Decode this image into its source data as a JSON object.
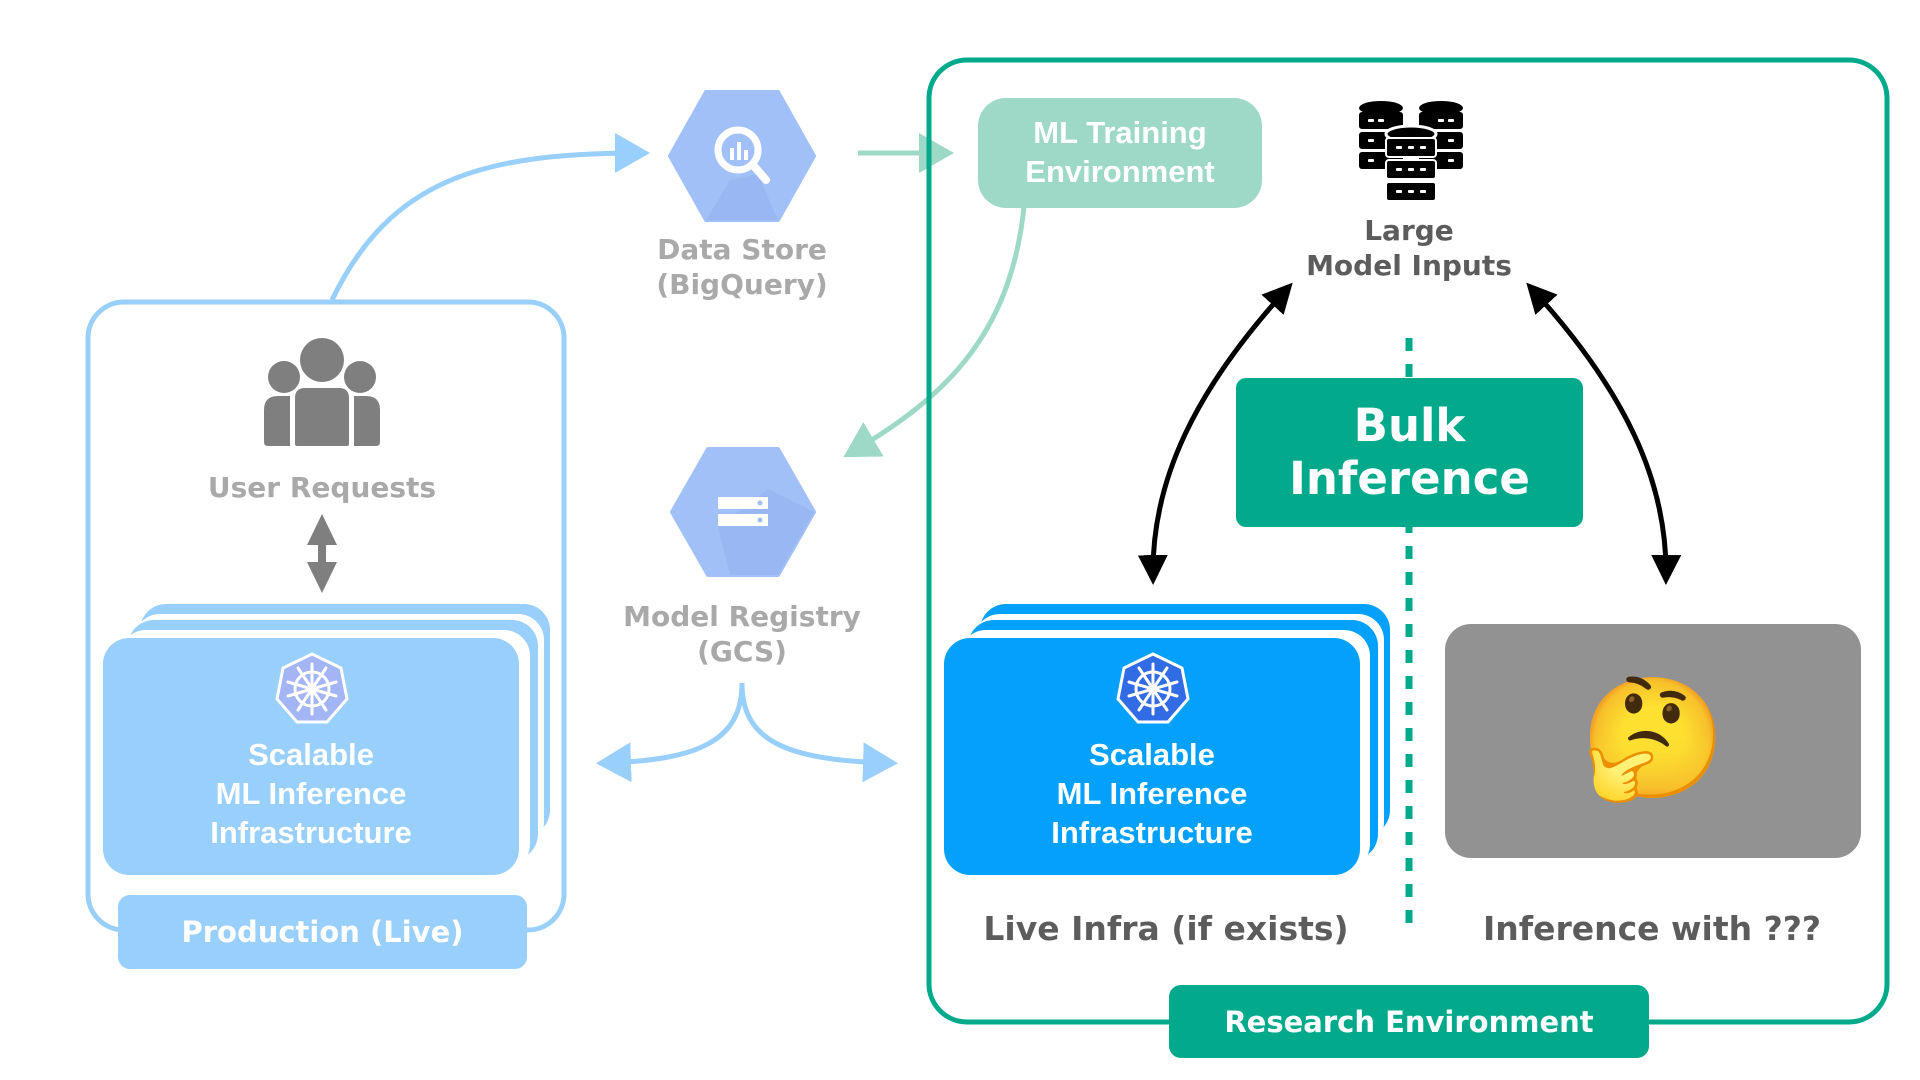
{
  "colors": {
    "production_blue": "#99cffb",
    "research_green": "#02a98a",
    "training_green": "#9dd9c6",
    "live_blue": "#03a1fb",
    "hex_blue": "#a2c0f8",
    "question_gray": "#929292",
    "label_gray": "#a9a9a9",
    "label_dark": "#5c5c5c"
  },
  "production": {
    "label": "Production (Live)",
    "users_icon": "users-group-icon",
    "users_label": "User Requests",
    "infra": {
      "icon": "kubernetes-icon",
      "lines": [
        "Scalable",
        "ML Inference",
        "Infrastructure"
      ]
    }
  },
  "data_store": {
    "icon": "bigquery-icon",
    "lines": [
      "Data Store",
      "(BigQuery)"
    ]
  },
  "model_registry": {
    "icon": "cloud-storage-icon",
    "lines": [
      "Model Registry",
      "(GCS)"
    ]
  },
  "research": {
    "label": "Research Environment",
    "training": {
      "lines": [
        "ML Training",
        "Environment"
      ]
    },
    "inputs": {
      "icon": "database-stack-icon",
      "lines": [
        "Large",
        "Model Inputs"
      ]
    },
    "bulk": {
      "lines": [
        "Bulk",
        "Inference"
      ]
    },
    "live_infra": {
      "icon": "kubernetes-icon",
      "lines": [
        "Scalable",
        "ML Inference",
        "Infrastructure"
      ],
      "caption": "Live Infra (if exists)"
    },
    "unknown": {
      "emoji": "🤔",
      "icon": "thinking-face-icon",
      "caption": "Inference with ???"
    }
  }
}
